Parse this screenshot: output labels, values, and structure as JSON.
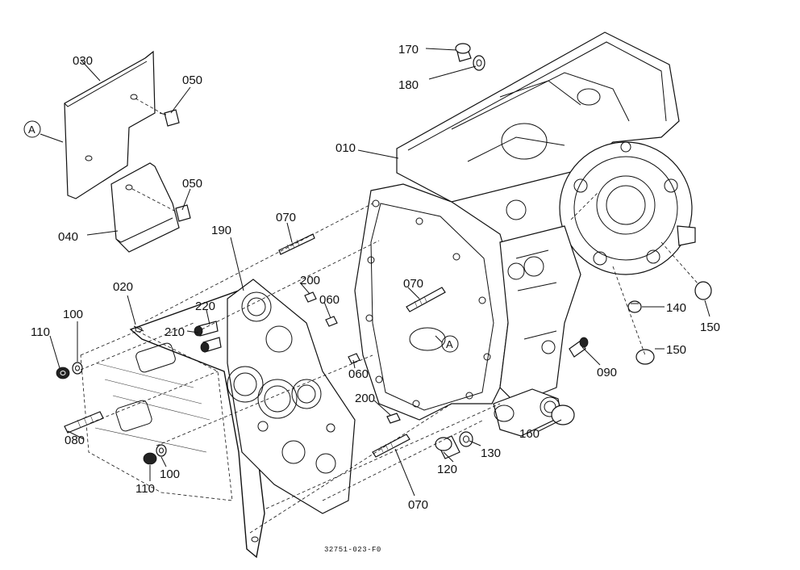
{
  "callouts": {
    "p010": "010",
    "p020": "020",
    "p030": "030",
    "p040": "040",
    "p050a": "050",
    "p050b": "050",
    "p060a": "060",
    "p060b": "060",
    "p070a": "070",
    "p070b": "070",
    "p070c": "070",
    "p080": "080",
    "p090": "090",
    "p100a": "100",
    "p100b": "100",
    "p110a": "110",
    "p110b": "110",
    "p120": "120",
    "p130": "130",
    "p140": "140",
    "p150a": "150",
    "p150b": "150",
    "p160": "160",
    "p170": "170",
    "p180": "180",
    "p190": "190",
    "p200a": "200",
    "p200b": "200",
    "p210": "210",
    "p220": "220"
  },
  "markers": {
    "a1": "A",
    "a2": "A"
  },
  "drawing_code": "32751-023-F0"
}
